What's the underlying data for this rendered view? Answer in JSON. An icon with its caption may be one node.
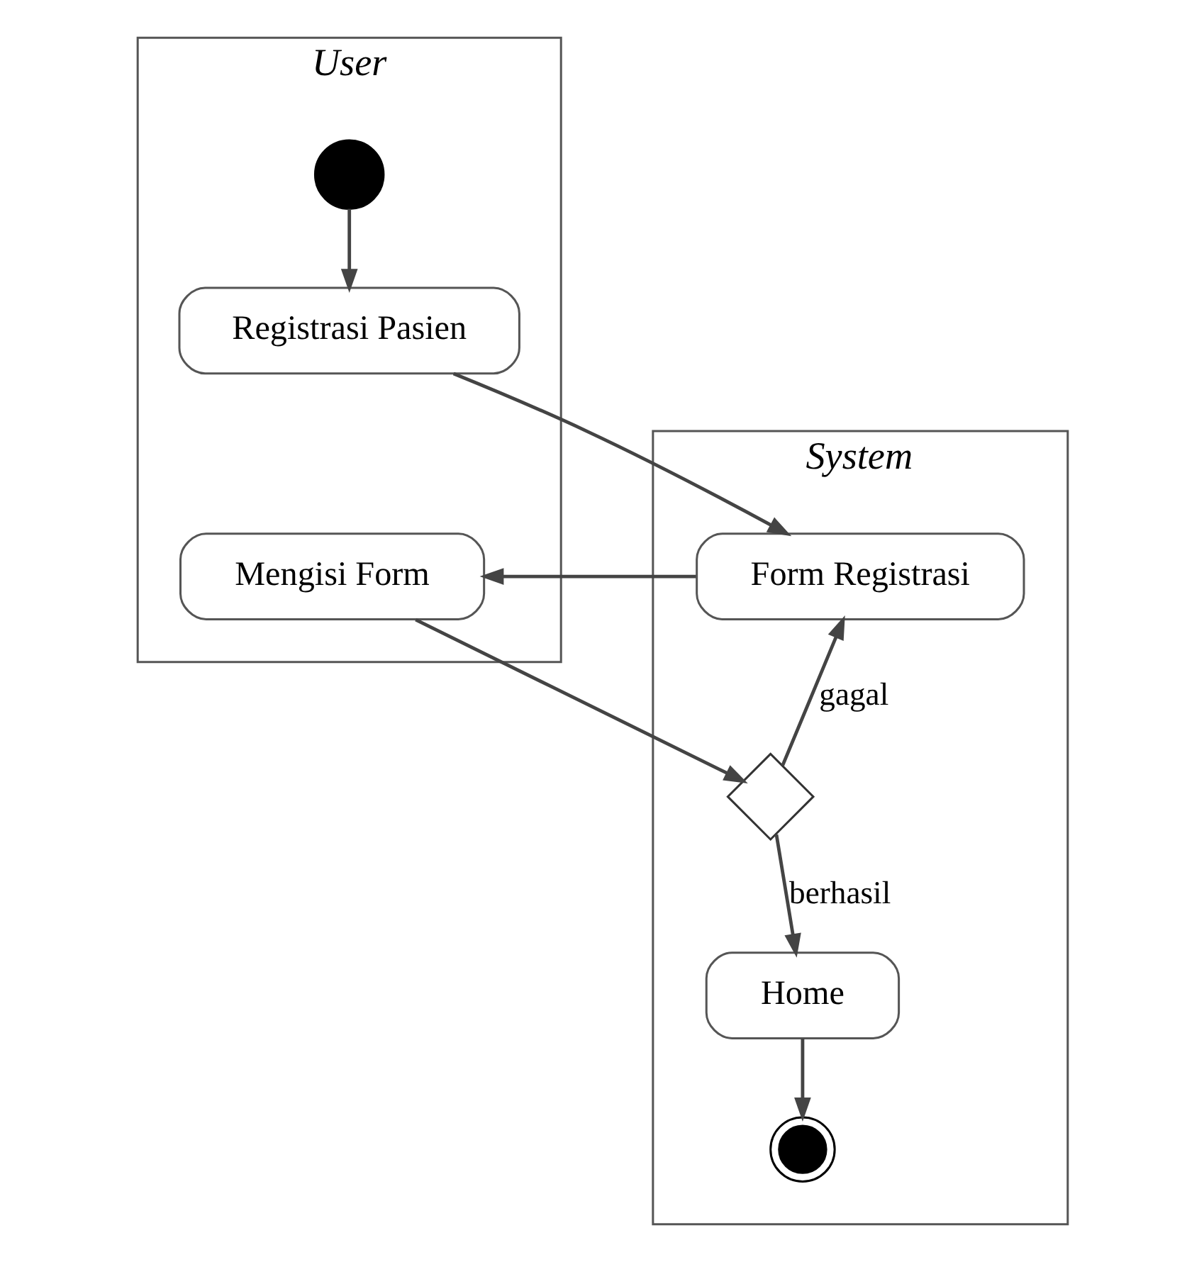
{
  "diagram": {
    "nodes": [
      {
        "text": [
          "User"
        ]
      },
      {
        "text": [
          "System"
        ]
      },
      {
        "text": [],
        "shape": "circle",
        "in": 0
      },
      {
        "text": [
          "Registrasi Pasien"
        ],
        "in": 0
      },
      {
        "text": [
          "Form Registrasi"
        ],
        "in": 1
      },
      {
        "text": [
          "Mengisi Form"
        ],
        "in": 0
      },
      {
        "text": [],
        "shape": "diamond",
        "in": 1
      },
      {
        "text": [
          "Home"
        ],
        "in": 1
      },
      {
        "text": [],
        "shape": "circle",
        "in": 1
      }
    ],
    "edges": [
      {
        "from": 2,
        "to": 3,
        "arrow": "to"
      },
      {
        "from": 3,
        "to": 4,
        "arrow": "to"
      },
      {
        "from": 4,
        "to": 5,
        "arrow": "to"
      },
      {
        "from": 5,
        "to": 6,
        "arrow": "to"
      },
      {
        "from": 6,
        "to": 4,
        "arrow": "to",
        "label": "gagal"
      },
      {
        "from": 6,
        "to": 7,
        "arrow": "to",
        "label": "berhasil"
      },
      {
        "from": 7,
        "to": 8,
        "arrow": "to"
      }
    ]
  }
}
